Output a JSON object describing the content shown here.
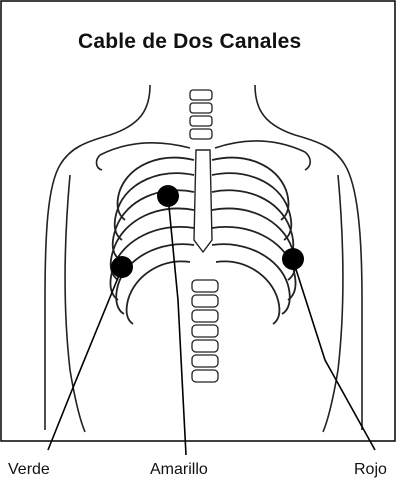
{
  "diagram": {
    "title": "Cable de Dos Canales",
    "labels": {
      "verde": "Verde",
      "amarillo": "Amarillo",
      "rojo": "Rojo"
    },
    "electrode_color": "#000000"
  }
}
